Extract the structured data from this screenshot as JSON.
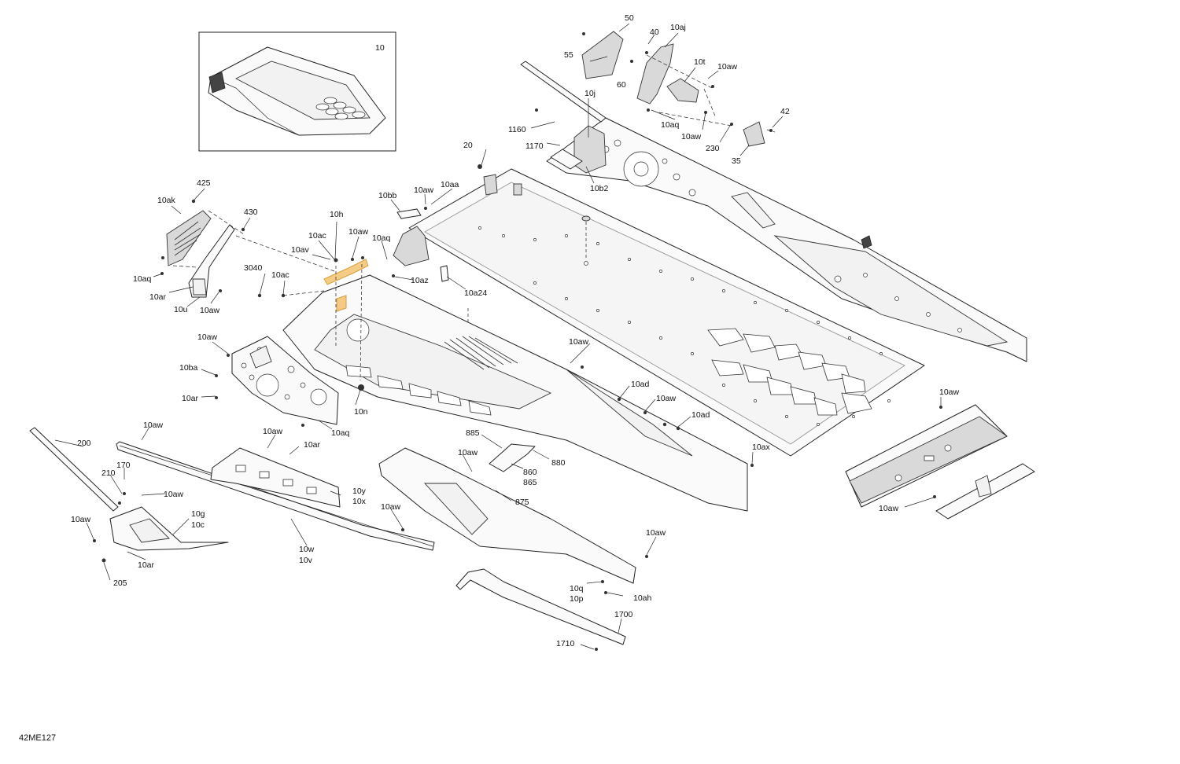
{
  "inset": {
    "number": "10"
  },
  "drawing_code": "42ME127",
  "callouts": {
    "c50": "50",
    "c55": "55",
    "c60": "60",
    "c40": "40",
    "c10aj": "10aj",
    "c10t": "10t",
    "c10aw_a": "10aw",
    "c10aq_a": "10aq",
    "c10aw_b": "10aw",
    "c42": "42",
    "c230": "230",
    "c35": "35",
    "c10j": "10j",
    "c1160": "1160",
    "c1170": "1170",
    "c10b2": "10b2",
    "c20": "20",
    "c10aw_c": "10aw",
    "c10aa": "10aa",
    "c10bb": "10bb",
    "c425": "425",
    "c10ak": "10ak",
    "c430": "430",
    "c10h": "10h",
    "c10aw_d": "10aw",
    "c10ac_a": "10ac",
    "c10aq_b": "10aq",
    "c10av": "10av",
    "c3040": "3040",
    "c10ac_b": "10ac",
    "c10az": "10az",
    "c10a24": "10a24",
    "c10aq_c": "10aq",
    "c10ar_a": "10ar",
    "c10u": "10u",
    "c10aw_e": "10aw",
    "c10aw_f": "10aw",
    "c10ba": "10ba",
    "c10ar_b": "10ar",
    "c10n": "10n",
    "c10aq_d": "10aq",
    "c10aw_g": "10aw",
    "c10ad_a": "10ad",
    "c10aw_h": "10aw",
    "c10ad_b": "10ad",
    "c10aw_i": "10aw",
    "c10aw_j": "10aw",
    "c10ar_c": "10ar",
    "c10y": "10y",
    "c10x": "10x",
    "c200": "200",
    "c210": "210",
    "c170": "170",
    "c10aw_k": "10aw",
    "c10aw_l": "10aw",
    "c10g": "10g",
    "c10c": "10c",
    "c10ar_d": "10ar",
    "c205": "205",
    "c10w": "10w",
    "c10v": "10v",
    "c10aw_m": "10aw",
    "c885": "885",
    "c880": "880",
    "c10aw_n": "10aw",
    "c860": "860",
    "c865": "865",
    "c875": "875",
    "c10ax": "10ax",
    "c10aw_o": "10aw",
    "c10aw_p": "10aw",
    "c10aw_q": "10aw",
    "c10q": "10q",
    "c10p": "10p",
    "c10ah": "10ah",
    "c1700": "1700",
    "c1710": "1710"
  }
}
